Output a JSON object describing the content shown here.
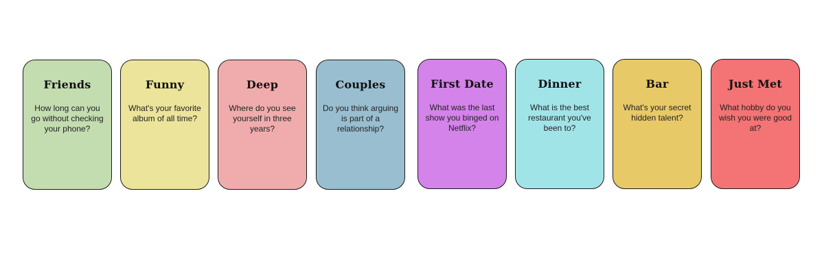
{
  "cards": [
    {
      "title": "Friends",
      "question": "How long can you go without checking your phone?",
      "color": "#c3dcb0"
    },
    {
      "title": "Funny",
      "question": "What's your favorite album of all time?",
      "color": "#ebe49a"
    },
    {
      "title": "Deep",
      "question": "Where do you see yourself in three years?",
      "color": "#f0acad"
    },
    {
      "title": "Couples",
      "question": "Do you think arguing is part of a relationship?",
      "color": "#99bed0"
    },
    {
      "title": "First Date",
      "question": "What was the last show you binged on Netflix?",
      "color": "#d383ea"
    },
    {
      "title": "Dinner",
      "question": "What is the best restaurant you've been to?",
      "color": "#a1e4e8"
    },
    {
      "title": "Bar",
      "question": "What's your secret hidden talent?",
      "color": "#e8c968"
    },
    {
      "title": "Just Met",
      "question": "What hobby do you wish you were good at?",
      "color": "#f47374"
    }
  ]
}
